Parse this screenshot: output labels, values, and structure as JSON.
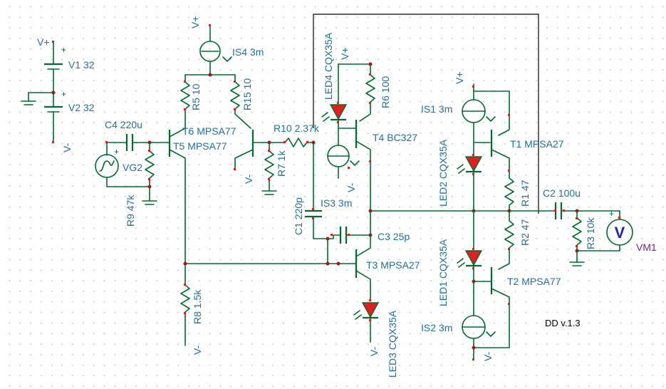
{
  "components": {
    "V1": "V1 32",
    "V2": "V2 32",
    "IS4": "IS4 3m",
    "C4": "C4 220u",
    "VG2": "VG2",
    "R9": "R9 47k",
    "R5": "R5 10",
    "R15": "R15 10",
    "T6": "T6 MPSA77",
    "T5": "T5 MPSA77",
    "R10": "R10 2.37k",
    "R7": "R7 1k",
    "LED4": "LED4 CQX35A",
    "R6": "R6 100",
    "T4": "T4 BC327",
    "IS3": "IS3 3m",
    "C1": "C1 220p",
    "C3": "C3 25p",
    "T3": "T3 MPSA27",
    "LED3": "LED3 CQX35A",
    "R8": "R8 1.5k",
    "IS1": "IS1 3m",
    "T1": "T1 MPSA27",
    "LED2": "LED2 CQX35A",
    "R1": "R1 47",
    "R2": "R2 47",
    "C2": "C2 100u",
    "R3": "R3 10k",
    "VM1": "VM1",
    "LED1": "LED1 CQX35A",
    "T2": "T2 MPSA77",
    "IS2": "IS2 3m"
  },
  "rails": {
    "pos": "V+",
    "neg": "V-"
  },
  "version": "DD v.1.3",
  "meter_symbol": "V",
  "colors": {
    "wire": "#006b2e",
    "label": "#1f6f9a",
    "led": "#e02020",
    "pin": "#d62020"
  }
}
